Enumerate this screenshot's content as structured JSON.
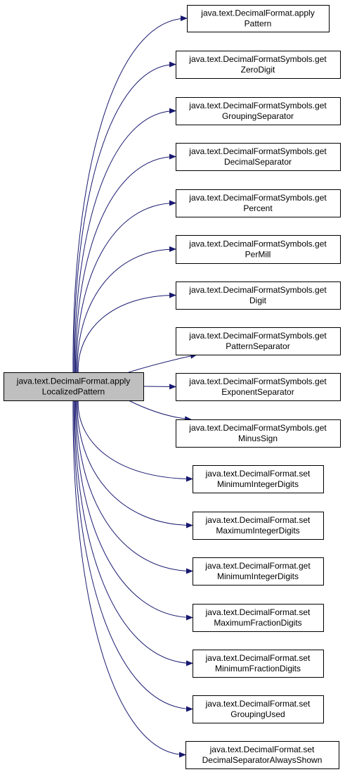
{
  "colors": {
    "edge": "#191970",
    "node_border": "#000000",
    "node_fill": "#ffffff",
    "source_fill": "#bfbfbf"
  },
  "source": {
    "lines": [
      "java.text.DecimalFormat.apply",
      "LocalizedPattern"
    ]
  },
  "targets": [
    {
      "lines": [
        "java.text.DecimalFormat.apply",
        "Pattern"
      ]
    },
    {
      "lines": [
        "java.text.DecimalFormatSymbols.get",
        "ZeroDigit"
      ]
    },
    {
      "lines": [
        "java.text.DecimalFormatSymbols.get",
        "GroupingSeparator"
      ]
    },
    {
      "lines": [
        "java.text.DecimalFormatSymbols.get",
        "DecimalSeparator"
      ]
    },
    {
      "lines": [
        "java.text.DecimalFormatSymbols.get",
        "Percent"
      ]
    },
    {
      "lines": [
        "java.text.DecimalFormatSymbols.get",
        "PerMill"
      ]
    },
    {
      "lines": [
        "java.text.DecimalFormatSymbols.get",
        "Digit"
      ]
    },
    {
      "lines": [
        "java.text.DecimalFormatSymbols.get",
        "PatternSeparator"
      ]
    },
    {
      "lines": [
        "java.text.DecimalFormatSymbols.get",
        "ExponentSeparator"
      ]
    },
    {
      "lines": [
        "java.text.DecimalFormatSymbols.get",
        "MinusSign"
      ]
    },
    {
      "lines": [
        "java.text.DecimalFormat.set",
        "MinimumIntegerDigits"
      ]
    },
    {
      "lines": [
        "java.text.DecimalFormat.set",
        "MaximumIntegerDigits"
      ]
    },
    {
      "lines": [
        "java.text.DecimalFormat.get",
        "MinimumIntegerDigits"
      ]
    },
    {
      "lines": [
        "java.text.DecimalFormat.set",
        "MaximumFractionDigits"
      ]
    },
    {
      "lines": [
        "java.text.DecimalFormat.set",
        "MinimumFractionDigits"
      ]
    },
    {
      "lines": [
        "java.text.DecimalFormat.set",
        "GroupingUsed"
      ]
    },
    {
      "lines": [
        "java.text.DecimalFormat.set",
        "DecimalSeparatorAlwaysShown"
      ]
    }
  ]
}
